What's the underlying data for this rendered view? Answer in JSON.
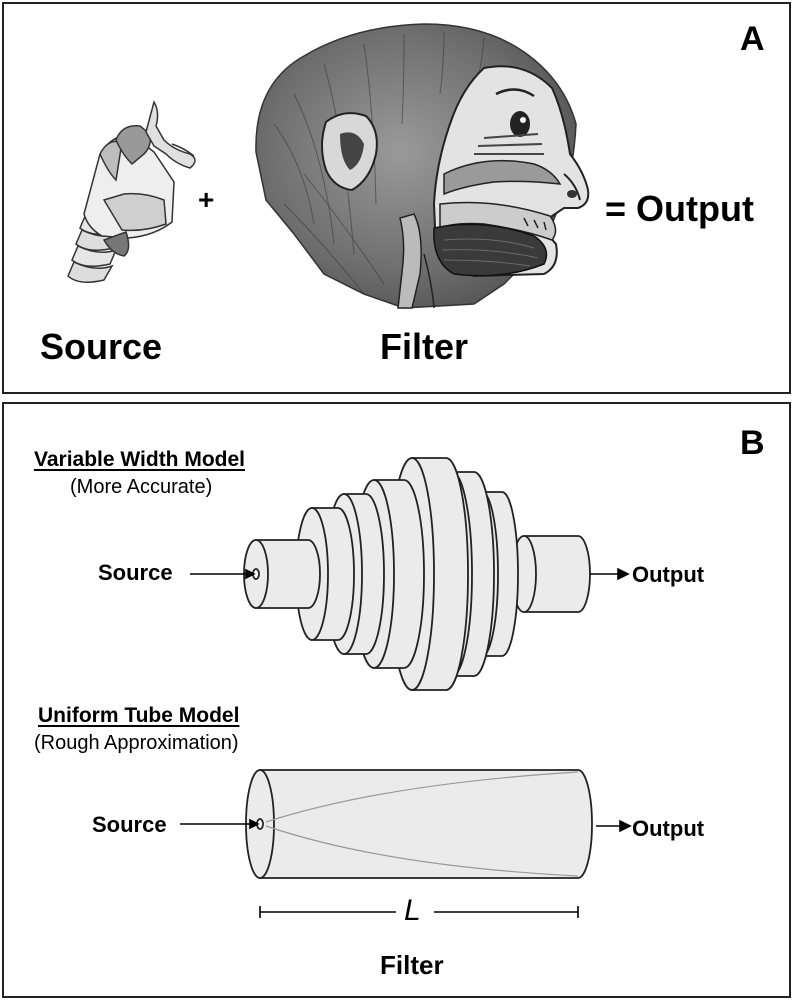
{
  "panel_a": {
    "letter": "A",
    "plus": "+",
    "equals_output": "= Output",
    "source_label": "Source",
    "filter_label": "Filter"
  },
  "panel_b": {
    "letter": "B",
    "variable": {
      "title": "Variable Width Model",
      "subtitle": "(More Accurate)",
      "source_label": "Source",
      "output_label": "Output"
    },
    "uniform": {
      "title": "Uniform Tube Model",
      "subtitle": "(Rough Approximation)",
      "source_label": "Source",
      "output_label": "Output",
      "length_label": "L",
      "filter_label": "Filter"
    }
  }
}
